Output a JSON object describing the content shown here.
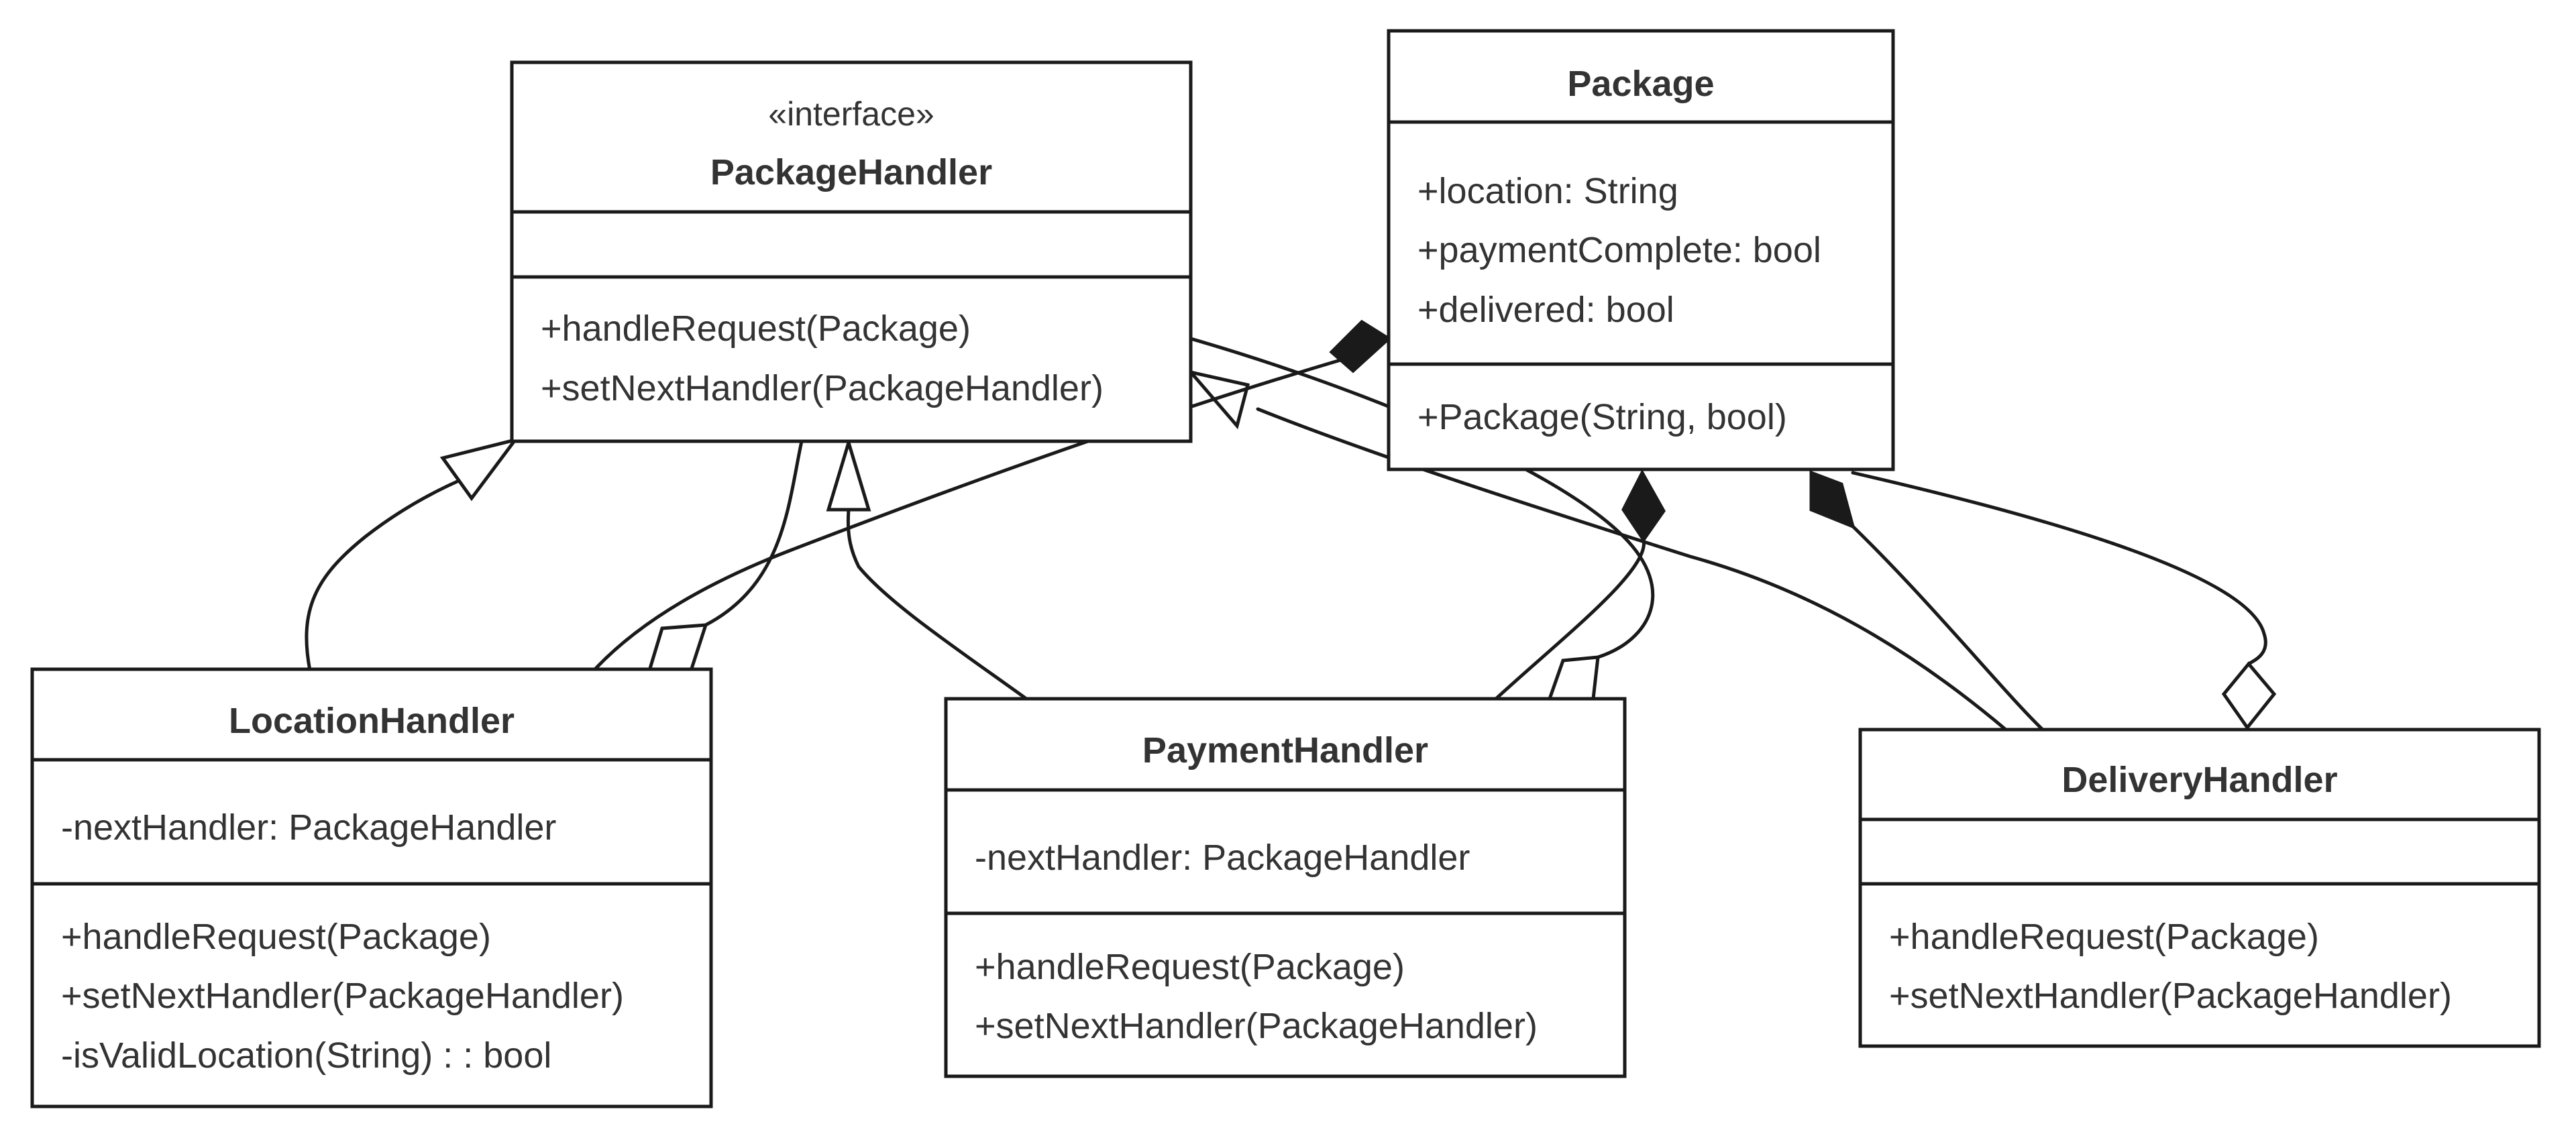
{
  "diagram_type": "uml-class-diagram",
  "classes": {
    "packageHandler": {
      "stereotype": "«interface»",
      "name": "PackageHandler",
      "attributes": [],
      "methods": [
        "+handleRequest(Package)",
        "+setNextHandler(PackageHandler)"
      ]
    },
    "package": {
      "name": "Package",
      "attributes": [
        "+location: String",
        "+paymentComplete: bool",
        "+delivered: bool"
      ],
      "methods": [
        "+Package(String, bool)"
      ]
    },
    "locationHandler": {
      "name": "LocationHandler",
      "attributes": [
        "-nextHandler: PackageHandler"
      ],
      "methods": [
        "+handleRequest(Package)",
        "+setNextHandler(PackageHandler)",
        "-isValidLocation(String) : : bool"
      ]
    },
    "paymentHandler": {
      "name": "PaymentHandler",
      "attributes": [
        "-nextHandler: PackageHandler"
      ],
      "methods": [
        "+handleRequest(Package)",
        "+setNextHandler(PackageHandler)"
      ]
    },
    "deliveryHandler": {
      "name": "DeliveryHandler",
      "attributes": [],
      "methods": [
        "+handleRequest(Package)",
        "+setNextHandler(PackageHandler)"
      ]
    }
  },
  "relationships": [
    {
      "type": "realization",
      "from": "LocationHandler",
      "to": "PackageHandler"
    },
    {
      "type": "realization",
      "from": "PaymentHandler",
      "to": "PackageHandler"
    },
    {
      "type": "realization",
      "from": "DeliveryHandler",
      "to": "PackageHandler"
    },
    {
      "type": "composition",
      "from": "LocationHandler",
      "to": "Package"
    },
    {
      "type": "composition",
      "from": "PaymentHandler",
      "to": "Package"
    },
    {
      "type": "composition",
      "from": "DeliveryHandler",
      "to": "Package"
    },
    {
      "type": "aggregation",
      "from": "PackageHandler",
      "to": "LocationHandler"
    },
    {
      "type": "aggregation",
      "from": "PackageHandler",
      "to": "PaymentHandler"
    },
    {
      "type": "aggregation",
      "from": "Package",
      "to": "DeliveryHandler"
    }
  ]
}
